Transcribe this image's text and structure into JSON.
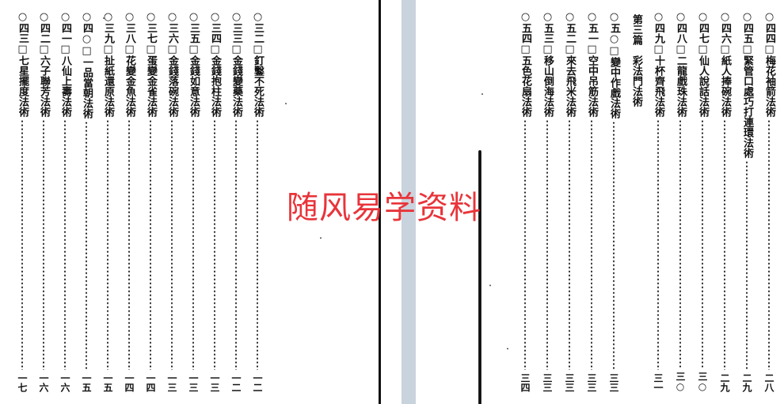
{
  "left_page": {
    "entries": [
      {
        "title": "○三二□釘鑿不死法術",
        "page": "一二"
      },
      {
        "title": "○三三□金錢變藥法術",
        "page": "一二"
      },
      {
        "title": "○三四□金錢抱柱法術",
        "page": "一三"
      },
      {
        "title": "○三五□金錢如意法術",
        "page": "一三"
      },
      {
        "title": "○三六□金錢落碗法術",
        "page": "一三"
      },
      {
        "title": "○三七□蛋變金雀法術",
        "page": "一四"
      },
      {
        "title": "○三八□花變金魚法術",
        "page": "一四"
      },
      {
        "title": "○三九□扯紙還原法術",
        "page": "一五"
      },
      {
        "title": "○四○□一品當朝法術",
        "page": "一五"
      },
      {
        "title": "○四一□八仙上壽法術",
        "page": "一六"
      },
      {
        "title": "○四二□六子聯芳法術",
        "page": "一六"
      },
      {
        "title": "○四三□七星擺度法術",
        "page": "一七"
      }
    ]
  },
  "right_page": {
    "entries": [
      {
        "title": "○四四□梅花袖箭法術",
        "page": "二八"
      },
      {
        "title": "○四五□緊管口處巧打連環法術",
        "page": "二九"
      },
      {
        "title": "○四六□紙人捧碗法術",
        "page": "二九"
      },
      {
        "title": "○四七□仙人說話法術",
        "page": "三○"
      },
      {
        "title": "○四八□二龍戲珠法術",
        "page": "三○"
      },
      {
        "title": "○四九□十杯齊飛法術",
        "page": "三一"
      }
    ],
    "section_heading": "第三篇　彩法門法術",
    "entries_after": [
      {
        "title": "○五○□變中作戲法術",
        "page": "三三"
      },
      {
        "title": "○五一□空中吊筋法術",
        "page": "三三"
      },
      {
        "title": "○五二□來去飛米法術",
        "page": "三三"
      },
      {
        "title": "○五三□移山倒海法術",
        "page": "三三"
      },
      {
        "title": "○五四□五色花扇法術",
        "page": "三四"
      }
    ]
  },
  "watermark": "随风易学资料",
  "colors": {
    "watermark": "#e8343a",
    "ink": "#111111",
    "gutter": "#c9d3dd"
  }
}
